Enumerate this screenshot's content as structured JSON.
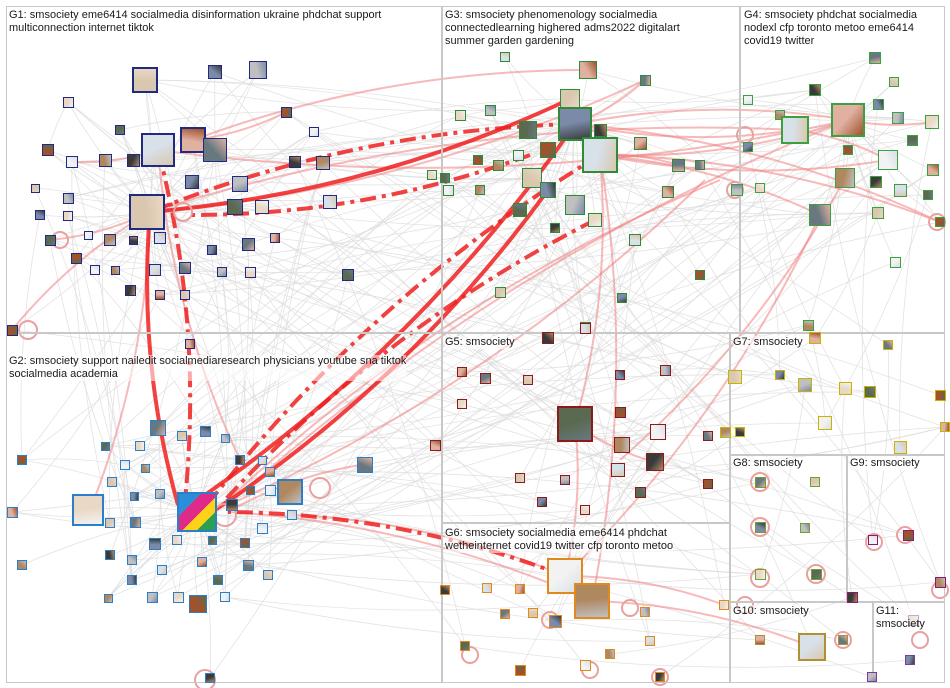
{
  "groups": [
    {
      "id": "g1",
      "label": "G1: smsociety eme6414 socialmedia disinformation ukraine phdchat support\nmulticonnection internet tiktok",
      "color": "#1f2a80"
    },
    {
      "id": "g2",
      "label": "G2: smsociety support nailedit socialmediaresearch physicians youtube sna tiktok\nsocialmedia academia",
      "color": "#2a7fc8"
    },
    {
      "id": "g3",
      "label": "G3: smsociety phenomenology socialmedia\nconnectedlearning highered adms2022 digitalart\nsummer garden gardening",
      "color": "#2e8b3a"
    },
    {
      "id": "g4",
      "label": "G4: smsociety phdchat socialmedia\nnodexl cfp toronto metoo eme6414\ncovid19 twitter",
      "color": "#3aa040"
    },
    {
      "id": "g5",
      "label": "G5: smsociety",
      "color": "#8b1a1a"
    },
    {
      "id": "g6",
      "label": "G6: smsociety socialmedia eme6414 phdchat\nwetheinternet covid19 twitter cfp toronto metoo",
      "color": "#e08a1e"
    },
    {
      "id": "g7",
      "label": "G7: smsociety",
      "color": "#c8b400"
    },
    {
      "id": "g8",
      "label": "G8: smsociety",
      "color": "#6fa030"
    },
    {
      "id": "g9",
      "label": "G9: smsociety",
      "color": "#8b1a6a"
    },
    {
      "id": "g10",
      "label": "G10: smsociety",
      "color": "#b09030"
    },
    {
      "id": "g11",
      "label": "G11:\nsmsociety",
      "color": "#7a3aa0"
    }
  ],
  "colors": {
    "edge_strong": "#ee2020",
    "edge_mid": "#f08080",
    "edge_light": "#dcdcdc",
    "box_border": "#c8c8c8"
  },
  "hub_icon": "smands-logo-icon"
}
